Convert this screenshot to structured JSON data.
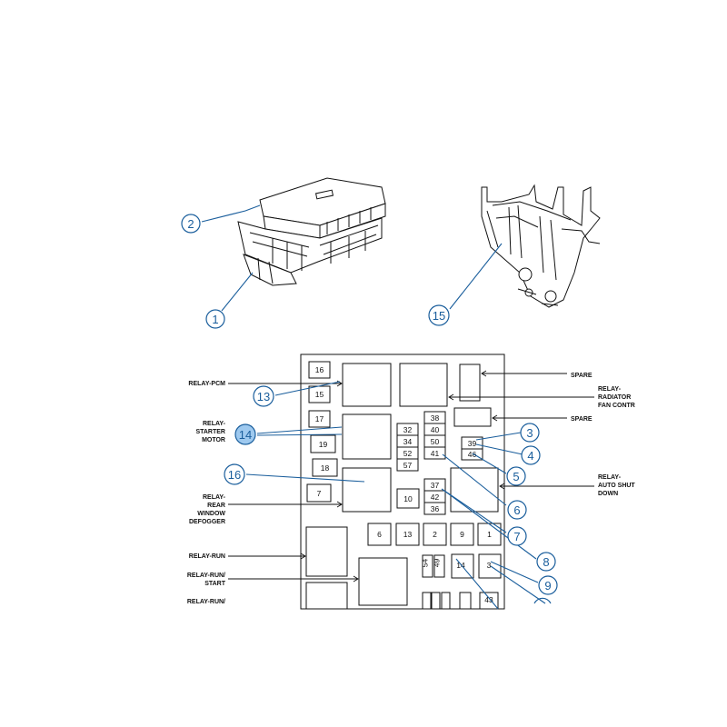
{
  "callouts": [
    "1",
    "2",
    "3",
    "4",
    "5",
    "6",
    "7",
    "8",
    "9",
    "13",
    "14",
    "15",
    "16"
  ],
  "relay_labels": {
    "relay_pcm": "RELAY-PCM",
    "relay_starter": [
      "RELAY-",
      "STARTER",
      "MOTOR"
    ],
    "relay_rear": [
      "RELAY-",
      "REAR",
      "WINDOW",
      "DEFOGGER"
    ],
    "relay_run": "RELAY-RUN",
    "relay_run_start": [
      "RELAY-RUN/",
      "START"
    ],
    "relay_run_partial": "RELAY-RUN/",
    "spare_top": "SPARE",
    "relay_radiator": [
      "RELAY-",
      "RADIATOR",
      "FAN CONTR"
    ],
    "spare_mid": "SPARE",
    "relay_asd": [
      "RELAY-",
      "AUTO SHUT",
      "DOWN"
    ]
  },
  "fuses": {
    "f16": "16",
    "f15": "15",
    "f17": "17",
    "f19": "19",
    "f18": "18",
    "f7": "7",
    "f38": "38",
    "f32": "32",
    "f40": "40",
    "f34": "34",
    "f50": "50",
    "f52": "52",
    "f41": "41",
    "f57": "57",
    "f39": "39",
    "f46": "46",
    "f37": "37",
    "f42": "42",
    "f36": "36",
    "f10": "10",
    "r6": "6",
    "r13": "13",
    "r2": "2",
    "r9": "9",
    "r1": "1",
    "f54": "54",
    "f49": "49",
    "f14": "14",
    "f3": "3",
    "f43": "43"
  },
  "colors": {
    "callout": "#1a5e9c",
    "callout_highlight": "#9ec9ef",
    "ink": "#111111"
  }
}
